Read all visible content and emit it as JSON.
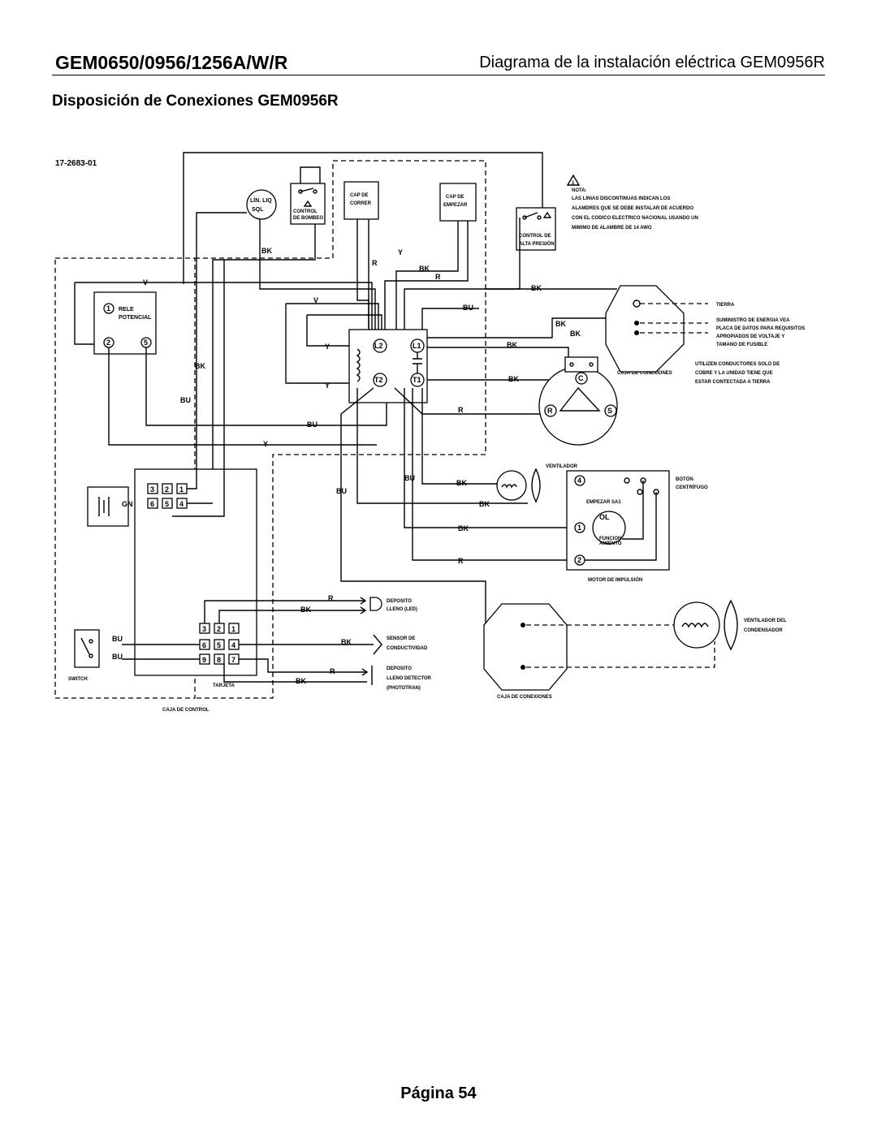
{
  "header": {
    "model": "GEM0650/0956/1256A/W/R",
    "title": "Diagrama de la instalación eléctrica GEM0956R"
  },
  "section_title": "Disposición de Conexiones GEM0956R",
  "page_label": "Página 54",
  "diagram": {
    "part_number": "17-2683-01",
    "components": {
      "liquid_line": [
        "LÍN. LIQ",
        "SQL"
      ],
      "pump_control": [
        "CONTROL",
        "DE BOMBEO"
      ],
      "run_cap": [
        "CAP DE",
        "CORRER"
      ],
      "start_cap": [
        "CAP DE",
        "EMPEZAR"
      ],
      "high_pressure": [
        "CONTROL DE",
        "ALTA PRESIÓN"
      ],
      "relay": [
        "RELE",
        "POTENCIAL"
      ],
      "terminals": [
        "L2",
        "L1",
        "T2",
        "T1"
      ],
      "compressor_box": "CAJA DE CONEXIONES",
      "compressor_terms": [
        "C",
        "R",
        "S"
      ],
      "fan": "VENTILADOR",
      "start_sa1": "EMPEZAR SA1",
      "ol": "OL",
      "func": [
        "FUNCION",
        "AMIENTO"
      ],
      "centrifugal": [
        "BOTÓN",
        "CENTRÍFUGO"
      ],
      "drive_motor": "MOTOR DE IMPULSIÓN",
      "bin_full_led": [
        "DEPOSITO",
        "LLENO (LED)"
      ],
      "conductivity": [
        "SENSOR DE",
        "CONDUCTIVIDAD"
      ],
      "bin_detector": [
        "DEPOSITO",
        "LLENO DETECTOR",
        "(PHOTOTRAN)"
      ],
      "junction_box": "CAJA DE CONEXIONES",
      "condenser_fan": [
        "VENTILADOR DEL",
        "CONDENSADOR"
      ],
      "switch": "SWITCH",
      "board": "TARJETA",
      "control_box": "CAJA DE CONTROL",
      "ground": "TIERRA",
      "gn": "GN"
    },
    "wire_colors": {
      "bk": "BK",
      "bu": "BU",
      "r": "R",
      "y": "Y",
      "v": "V"
    },
    "notes": {
      "nota_title": "NOTA:",
      "nota": [
        "LAS LINIAS DISCONTINUAS INDICAN LOS",
        "ALAMDRES QUE SE DEBE INSTALAR DE ACUERDO",
        "CON EL CODICO ELECTRICO NACIONAL USANDO UN",
        "MIMIMO DE ALAMBRE DE 14 AWG"
      ],
      "supply": [
        "SUMINISTRO DE ENERGIA VEA",
        "PLACA DE DATOS PARA REQUISITOS",
        "APROPIADOS DE VOLTAJE Y",
        "TAMANO DE FUSIBLE"
      ],
      "copper": [
        "UTILIZEN CONDUCTORES  SOLO DE",
        "COBRE Y LA UNIDAD TIENE QUE",
        "ESTAR CONTECTADA A TIERRA"
      ]
    }
  }
}
